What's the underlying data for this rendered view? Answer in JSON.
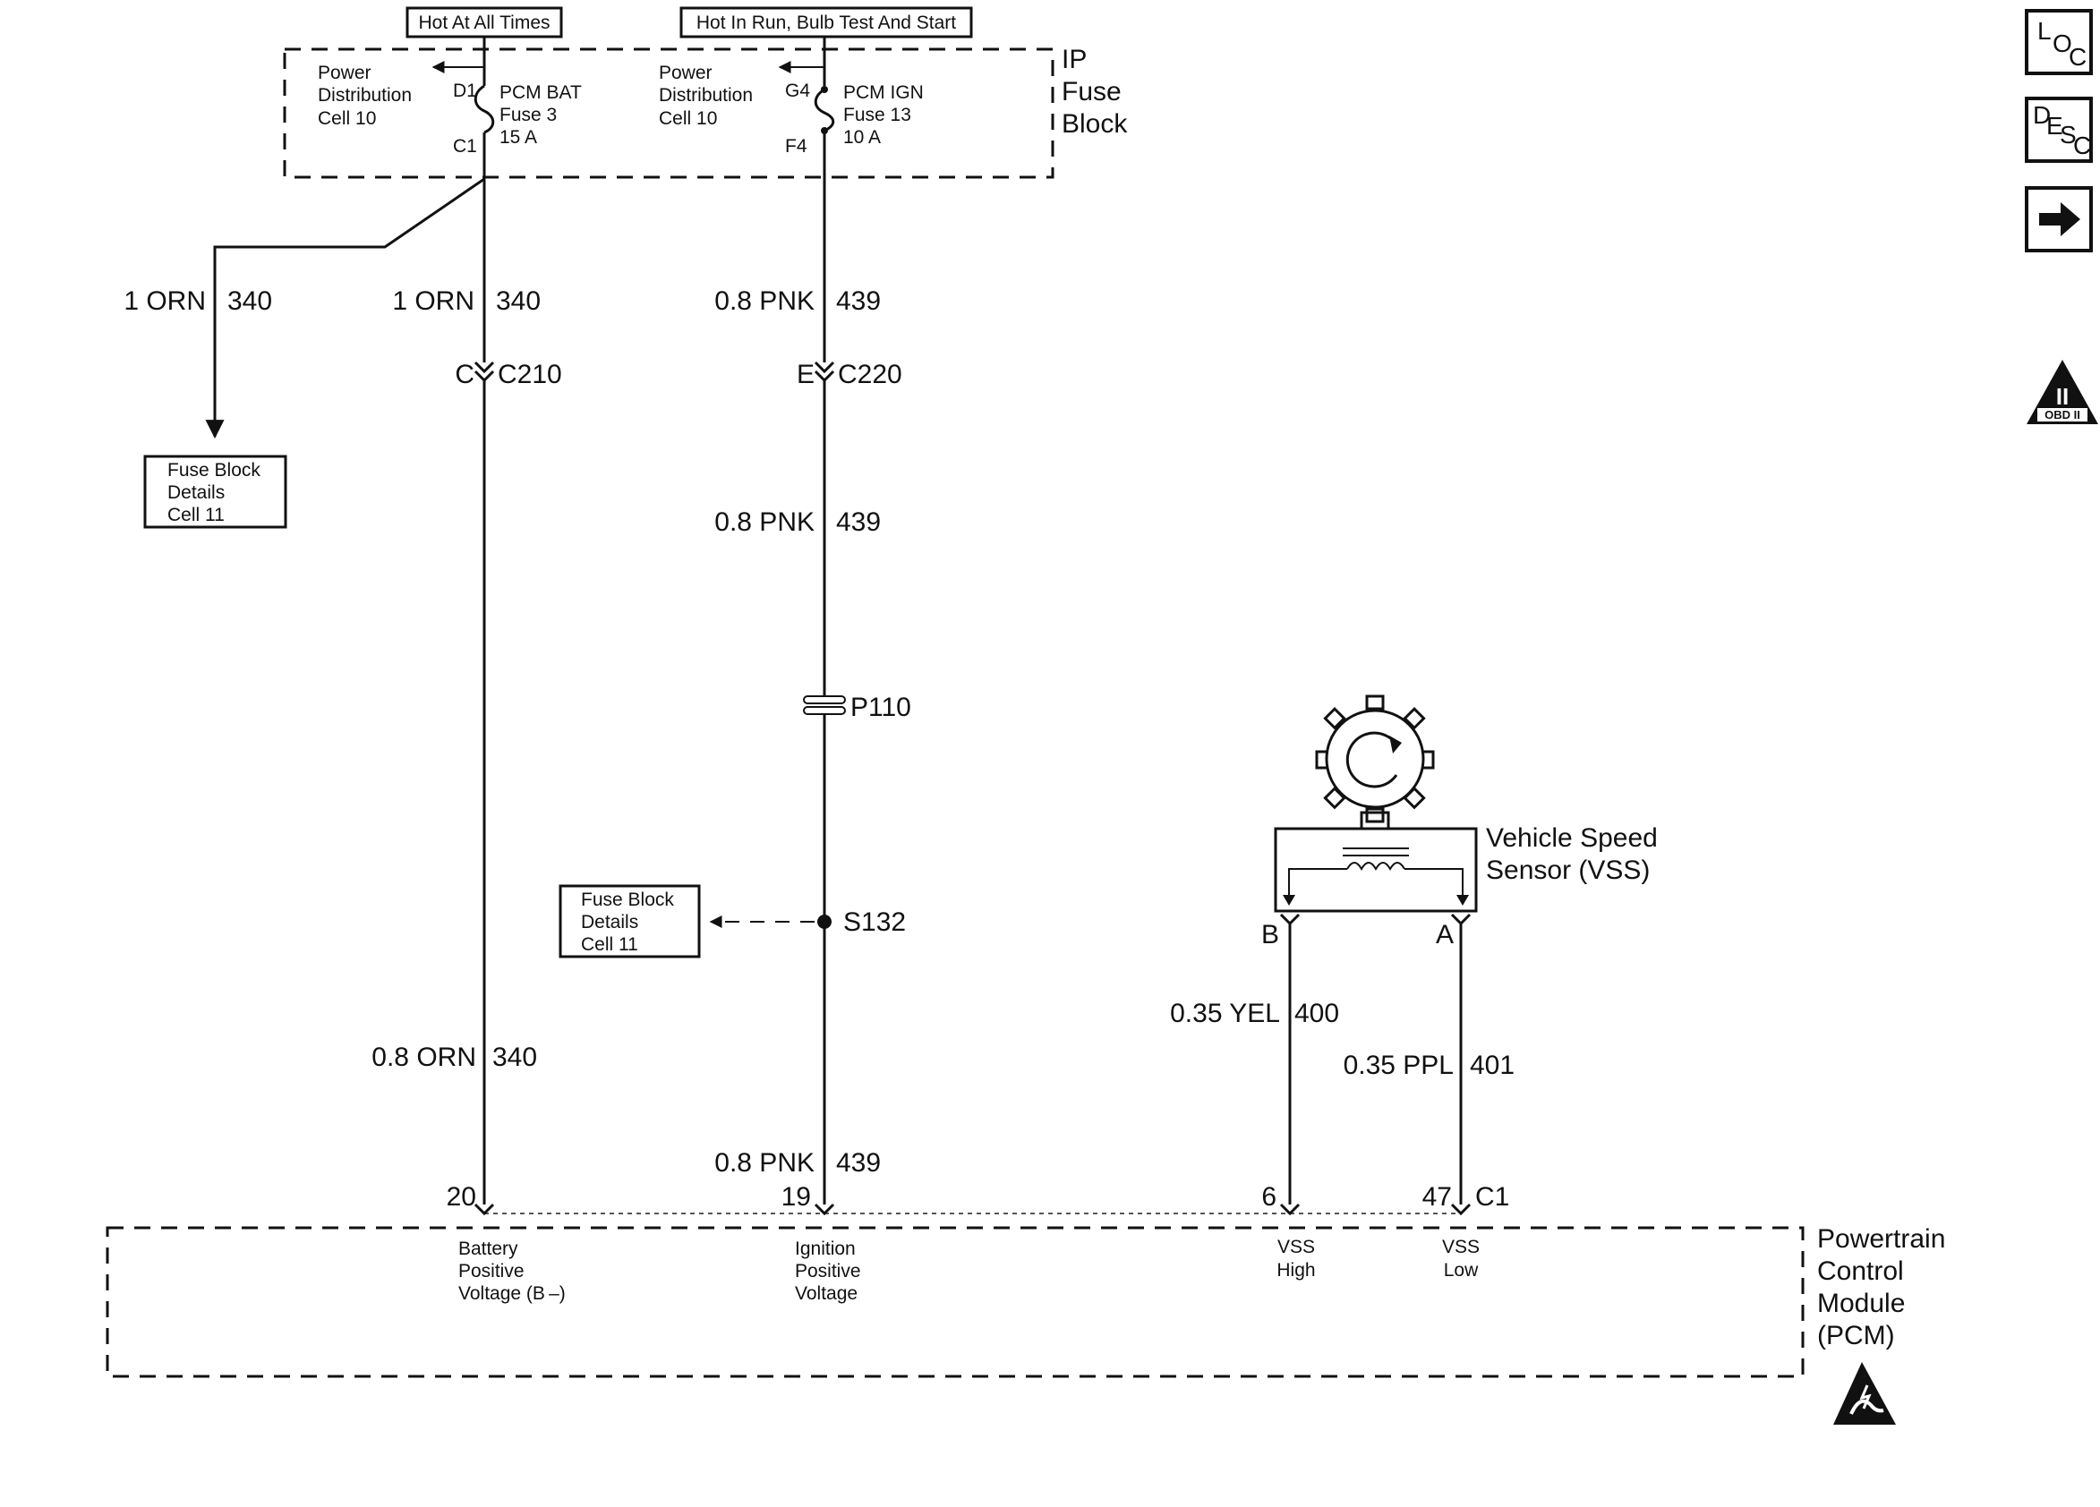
{
  "fuse_block": {
    "label_line1": "IP",
    "label_line2": "Fuse",
    "label_line3": "Block",
    "left": {
      "source_label": "Hot At All Times",
      "cell_line1": "Power",
      "cell_line2": "Distribution",
      "cell_line3": "Cell 10",
      "top_terminal": "D1",
      "bottom_terminal": "C1",
      "fuse_line1": "PCM BAT",
      "fuse_line2": "Fuse 3",
      "fuse_line3": "15 A"
    },
    "right": {
      "source_label": "Hot In Run, Bulb Test And Start",
      "cell_line1": "Power",
      "cell_line2": "Distribution",
      "cell_line3": "Cell 10",
      "top_terminal": "G4",
      "bottom_terminal": "F4",
      "fuse_line1": "PCM IGN",
      "fuse_line2": "Fuse 13",
      "fuse_line3": "10 A"
    }
  },
  "wires": {
    "branch_left": {
      "gauge_color": "1 ORN",
      "circuit": "340"
    },
    "bat_upper": {
      "gauge_color": "1 ORN",
      "circuit": "340"
    },
    "bat_lower": {
      "gauge_color": "0.8 ORN",
      "circuit": "340"
    },
    "ign_upper": {
      "gauge_color": "0.8 PNK",
      "circuit": "439"
    },
    "ign_middle": {
      "gauge_color": "0.8 PNK",
      "circuit": "439"
    },
    "ign_lower": {
      "gauge_color": "0.8 PNK",
      "circuit": "439"
    },
    "vss_high": {
      "gauge_color": "0.35 YEL",
      "circuit": "400"
    },
    "vss_low": {
      "gauge_color": "0.35 PPL",
      "circuit": "401"
    }
  },
  "connectors": {
    "c210": {
      "pin": "C",
      "name": "C210"
    },
    "c220": {
      "pin": "E",
      "name": "C220"
    },
    "p110": {
      "name": "P110"
    },
    "s132": {
      "name": "S132"
    }
  },
  "reference_boxes": {
    "upper": {
      "line1": "Fuse Block",
      "line2": "Details",
      "line3": "Cell 11"
    },
    "lower": {
      "line1": "Fuse Block",
      "line2": "Details",
      "line3": "Cell 11"
    }
  },
  "sensor": {
    "name_line1": "Vehicle Speed",
    "name_line2": "Sensor (VSS)",
    "pin_b": "B",
    "pin_a": "A"
  },
  "pcm": {
    "name_line1": "Powertrain",
    "name_line2": "Control",
    "name_line3": "Module",
    "name_line4": "(PCM)",
    "connector": "C1",
    "pins": {
      "bat": "20",
      "ign": "19",
      "vss_high": "6",
      "vss_low": "47"
    },
    "terminals": {
      "bat": {
        "line1": "Battery",
        "line2": "Positive",
        "line3": "Voltage (B –)"
      },
      "ign": {
        "line1": "Ignition",
        "line2": "Positive",
        "line3": "Voltage"
      },
      "vss_high": {
        "line1": "VSS",
        "line2": "High"
      },
      "vss_low": {
        "line1": "VSS",
        "line2": "Low"
      }
    }
  },
  "side_icons": {
    "loc": {
      "l": "L",
      "o": "O",
      "c": "C"
    },
    "desc": {
      "d": "D",
      "e": "E",
      "s": "S",
      "c": "C"
    },
    "next_icon": "right-arrow-icon",
    "obd": {
      "numeral": "II",
      "label": "OBD II"
    }
  }
}
